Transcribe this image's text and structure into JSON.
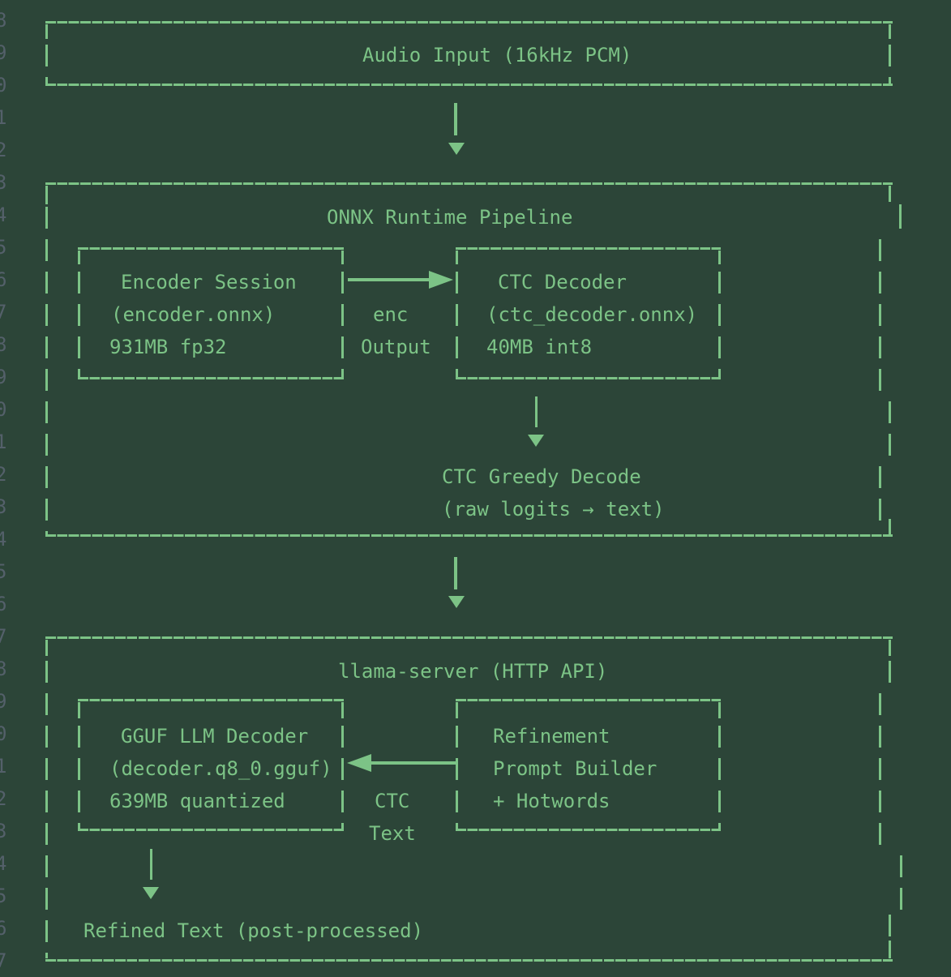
{
  "colors": {
    "background": "#2c4538",
    "foreground": "#7cc386",
    "line_numbers": "#54606a"
  },
  "gutter": {
    "digits": "8\n9\n0\n1\n2\n3\n4\n5\n6\n7\n8\n9\n0\n1\n2\n3\n4\n5\n6\n7\n8\n9\n0\n1\n2\n3\n4\n5\n6\n7"
  },
  "diagram": {
    "audio_box": {
      "label": "Audio Input (16kHz PCM)"
    },
    "onnx_box": {
      "title": "ONNX Runtime Pipeline",
      "encoder_box": {
        "name": "Encoder Session",
        "file": "(encoder.onnx)",
        "size": "931MB fp32"
      },
      "ctc_box": {
        "name": "CTC Decoder",
        "file": "(ctc_decoder.onnx)",
        "size": "40MB int8"
      },
      "enc_edge": {
        "line1": "enc",
        "line2": "Output"
      },
      "greedy": {
        "line1": "CTC Greedy Decode",
        "line2": "(raw logits → text)"
      }
    },
    "llama_box": {
      "title": "llama-server (HTTP API)",
      "gguf_box": {
        "name": "GGUF LLM Decoder",
        "file": "(decoder.q8_0.gguf)",
        "size": "639MB quantized"
      },
      "refine_box": {
        "line1": "Refinement",
        "line2": "Prompt Builder",
        "line3": "+ Hotwords"
      },
      "ctc_edge": {
        "line1": "CTC",
        "line2": "Text"
      },
      "output": {
        "label": "Refined Text (post-processed)"
      }
    }
  }
}
